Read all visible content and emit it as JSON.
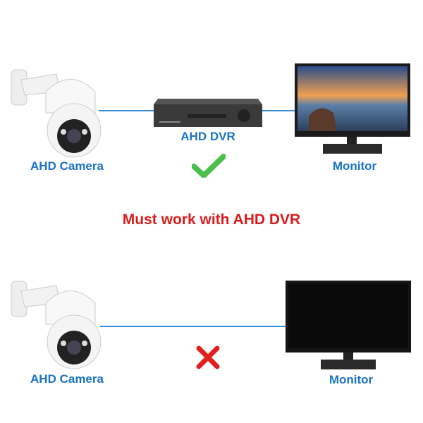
{
  "top_row": {
    "camera_label": "AHD Camera",
    "dvr_label": "AHD DVR",
    "monitor_label": "Monitor",
    "status_icon": "check-icon"
  },
  "headline": "Must work with AHD DVR",
  "bottom_row": {
    "camera_label": "AHD Camera",
    "monitor_label": "Monitor",
    "status_icon": "cross-icon"
  },
  "colors": {
    "label": "#1a73c8",
    "headline": "#d81c1c",
    "check": "#4cc04c",
    "cross": "#e02020",
    "line": "#3a8fd8"
  }
}
